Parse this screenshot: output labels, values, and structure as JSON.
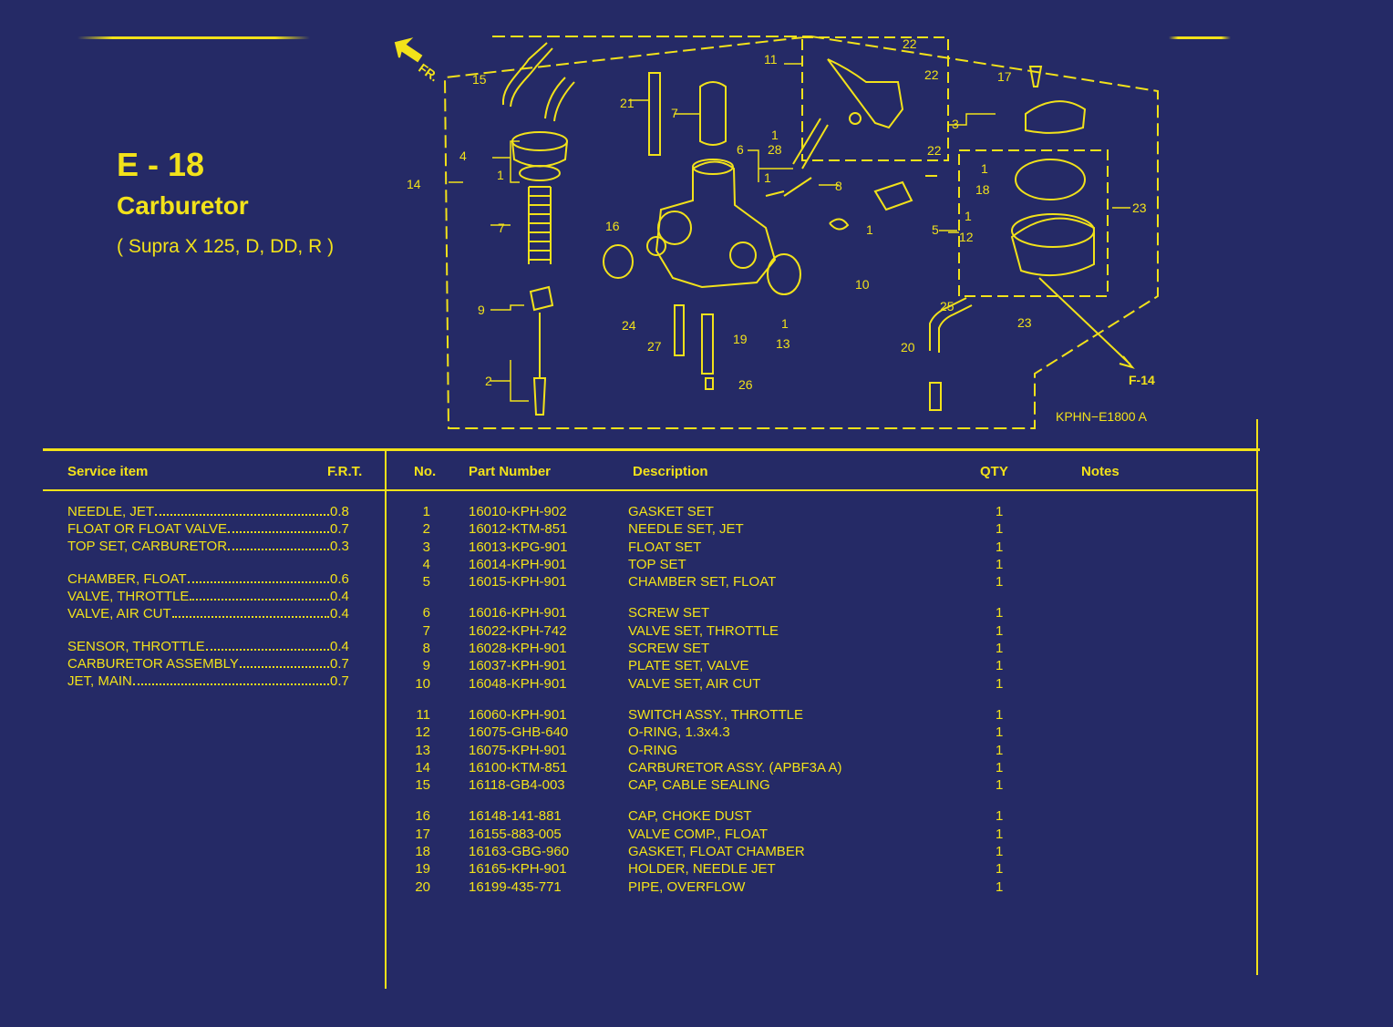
{
  "header": {
    "code": "E - 18",
    "title": "Carburetor",
    "subtitle": "( Supra X 125, D, DD, R )"
  },
  "diagram": {
    "front_label": "FR.",
    "ref_label": "F-14",
    "drawing_code": "KPHN−E1800 A",
    "callouts": [
      "1",
      "2",
      "3",
      "4",
      "5",
      "6",
      "7",
      "8",
      "9",
      "10",
      "11",
      "12",
      "13",
      "14",
      "15",
      "16",
      "17",
      "18",
      "19",
      "20",
      "21",
      "22",
      "23",
      "24",
      "25",
      "26",
      "27",
      "28"
    ]
  },
  "service_table": {
    "headers": {
      "item": "Service item",
      "frt": "F.R.T."
    },
    "groups": [
      [
        {
          "name": "NEEDLE, JET",
          "frt": "0.8"
        },
        {
          "name": "FLOAT OR FLOAT VALVE",
          "frt": "0.7"
        },
        {
          "name": "TOP SET, CARBURETOR",
          "frt": "0.3"
        }
      ],
      [
        {
          "name": "CHAMBER, FLOAT",
          "frt": "0.6"
        },
        {
          "name": "VALVE, THROTTLE",
          "frt": "0.4"
        },
        {
          "name": "VALVE, AIR CUT",
          "frt": "0.4"
        }
      ],
      [
        {
          "name": "SENSOR, THROTTLE",
          "frt": "0.4"
        },
        {
          "name": "CARBURETOR ASSEMBLY",
          "frt": "0.7"
        },
        {
          "name": "JET, MAIN",
          "frt": "0.7"
        }
      ]
    ]
  },
  "parts_table": {
    "headers": {
      "no": "No.",
      "part_number": "Part Number",
      "description": "Description",
      "qty": "QTY",
      "notes": "Notes"
    },
    "groups": [
      [
        {
          "no": "1",
          "pn": "16010-KPH-902",
          "desc": "GASKET SET",
          "qty": "1"
        },
        {
          "no": "2",
          "pn": "16012-KTM-851",
          "desc": "NEEDLE SET, JET",
          "qty": "1"
        },
        {
          "no": "3",
          "pn": "16013-KPG-901",
          "desc": "FLOAT SET",
          "qty": "1"
        },
        {
          "no": "4",
          "pn": "16014-KPH-901",
          "desc": "TOP SET",
          "qty": "1"
        },
        {
          "no": "5",
          "pn": "16015-KPH-901",
          "desc": "CHAMBER SET, FLOAT",
          "qty": "1"
        }
      ],
      [
        {
          "no": "6",
          "pn": "16016-KPH-901",
          "desc": "SCREW SET",
          "qty": "1"
        },
        {
          "no": "7",
          "pn": "16022-KPH-742",
          "desc": "VALVE SET, THROTTLE",
          "qty": "1"
        },
        {
          "no": "8",
          "pn": "16028-KPH-901",
          "desc": "SCREW SET",
          "qty": "1"
        },
        {
          "no": "9",
          "pn": "16037-KPH-901",
          "desc": "PLATE SET, VALVE",
          "qty": "1"
        },
        {
          "no": "10",
          "pn": "16048-KPH-901",
          "desc": "VALVE SET, AIR CUT",
          "qty": "1"
        }
      ],
      [
        {
          "no": "11",
          "pn": "16060-KPH-901",
          "desc": "SWITCH ASSY., THROTTLE",
          "qty": "1"
        },
        {
          "no": "12",
          "pn": "16075-GHB-640",
          "desc": "O-RING, 1.3x4.3",
          "qty": "1"
        },
        {
          "no": "13",
          "pn": "16075-KPH-901",
          "desc": "O-RING",
          "qty": "1"
        },
        {
          "no": "14",
          "pn": "16100-KTM-851",
          "desc": "CARBURETOR ASSY. (APBF3A A)",
          "qty": "1"
        },
        {
          "no": "15",
          "pn": "16118-GB4-003",
          "desc": "CAP, CABLE SEALING",
          "qty": "1"
        }
      ],
      [
        {
          "no": "16",
          "pn": "16148-141-881",
          "desc": "CAP, CHOKE DUST",
          "qty": "1"
        },
        {
          "no": "17",
          "pn": "16155-883-005",
          "desc": "VALVE COMP., FLOAT",
          "qty": "1"
        },
        {
          "no": "18",
          "pn": "16163-GBG-960",
          "desc": "GASKET, FLOAT CHAMBER",
          "qty": "1"
        },
        {
          "no": "19",
          "pn": "16165-KPH-901",
          "desc": "HOLDER, NEEDLE JET",
          "qty": "1"
        },
        {
          "no": "20",
          "pn": "16199-435-771",
          "desc": "PIPE, OVERFLOW",
          "qty": "1"
        }
      ]
    ]
  }
}
